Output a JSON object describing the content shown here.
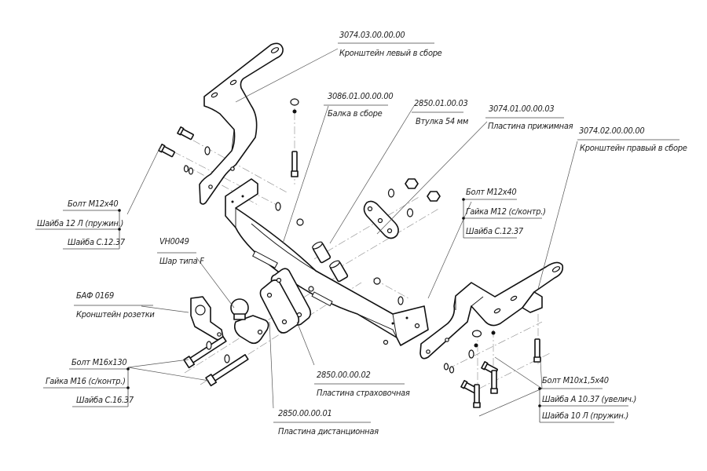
{
  "title": "Фаркоп — сборочный чертёж (взрыв-схема)",
  "callouts": {
    "left_bracket": {
      "code": "3074.03.00.00.00",
      "name": "Кронштейн левый в сборе"
    },
    "beam": {
      "code": "3086.01.00.00.00",
      "name": "Балка в сборе"
    },
    "bushing": {
      "code": "2850.01.00.03",
      "name": "Втулка 54 мм"
    },
    "clamp_plate": {
      "code": "3074.01.00.00.03",
      "name": "Пластина прижимная"
    },
    "right_bracket": {
      "code": "3074.02.00.00.00",
      "name": "Кронштейн правый в сборе"
    },
    "tow_ball": {
      "code": "VH0049",
      "name": "Шар типа F"
    },
    "socket_bracket": {
      "code": "БАФ 0169",
      "name": "Кронштейн розетки"
    },
    "safety_plate": {
      "code": "2850.00.00.02",
      "name": "Пластина страховочная"
    },
    "spacer_plate": {
      "code": "2850.00.00.01",
      "name": "Пластина дистанционная"
    }
  },
  "fastener_groups": {
    "left_m12": [
      "Болт М12х40",
      "Шайба  12 Л (пружин.)",
      "Шайба С.12.37"
    ],
    "right_m12": [
      "Болт М12х40",
      "Гайка М12 (с/контр.)",
      "Шайба С.12.37"
    ],
    "m16": [
      "Болт М16х130",
      "Гайка М16 (с/контр.)",
      "Шайба С.16.37"
    ],
    "m10": [
      "Болт М10х1,5х40",
      "Шайба  А 10.37 (увелич.)",
      "Шайба 10 Л (пружин.)"
    ]
  },
  "beam_markings": {
    "brand_left": "",
    "brand_right": ""
  }
}
